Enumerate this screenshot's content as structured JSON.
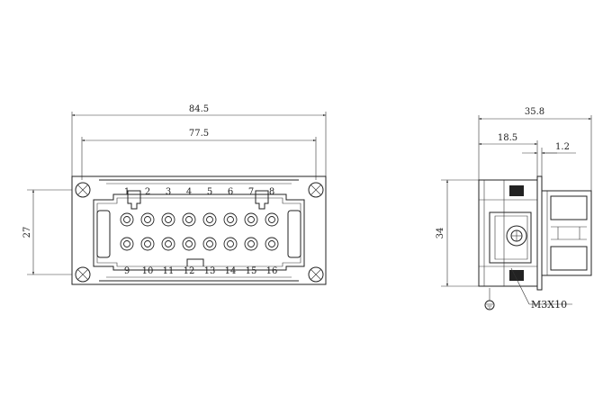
{
  "dimensions": {
    "overall_width": "84.5",
    "hole_spacing": "77.5",
    "height_front": "27",
    "side_depth": "35.8",
    "side_partial": "18.5",
    "flange_thickness": "1.2",
    "side_height": "34"
  },
  "screw_label": "M3X10",
  "pins_top": [
    "1",
    "2",
    "3",
    "4",
    "5",
    "6",
    "7",
    "8"
  ],
  "pins_bottom": [
    "9",
    "10",
    "11",
    "12",
    "13",
    "14",
    "15",
    "16"
  ]
}
